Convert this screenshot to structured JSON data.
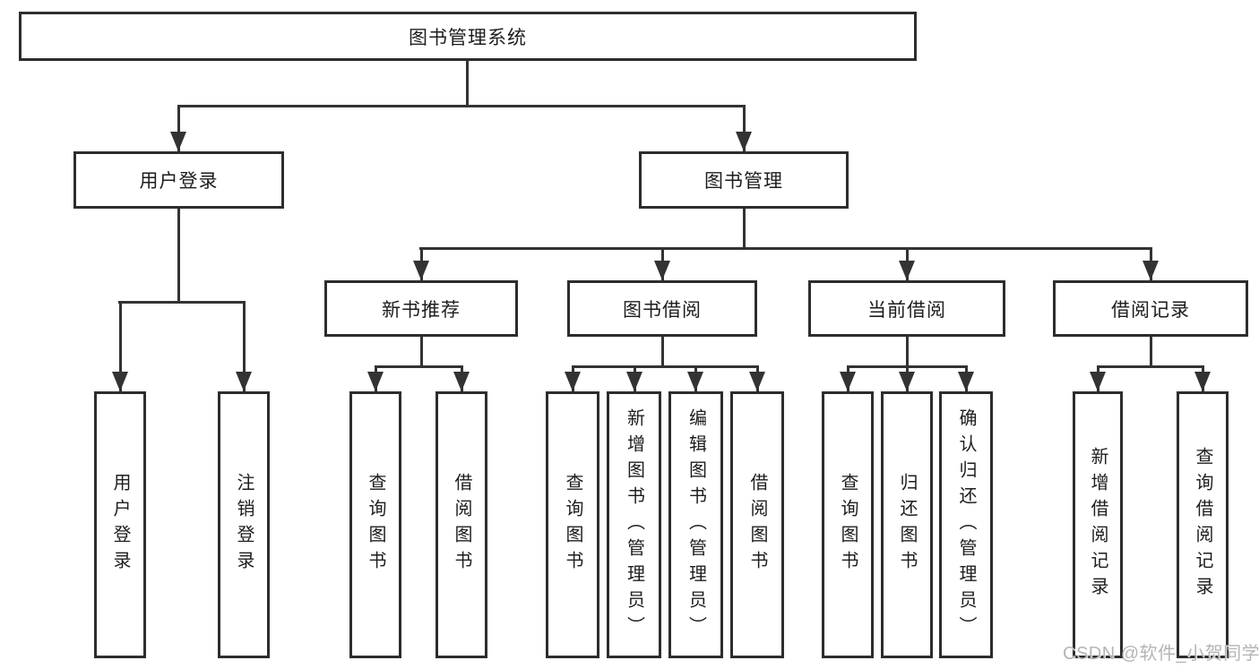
{
  "root": {
    "label": "图书管理系统"
  },
  "branches": {
    "user": {
      "label": "用户登录",
      "leaves": [
        "用户登录",
        "注销登录"
      ]
    },
    "books": {
      "label": "图书管理",
      "sections": {
        "newbook": {
          "label": "新书推荐",
          "leaves": [
            "查询图书",
            "借阅图书"
          ]
        },
        "borrow": {
          "label": "图书借阅",
          "leaves": [
            "查询图书",
            "新增图书（管理员）",
            "编辑图书（管理员）",
            "借阅图书"
          ]
        },
        "current": {
          "label": "当前借阅",
          "leaves": [
            "查询图书",
            "归还图书",
            "确认归还（管理员）"
          ]
        },
        "records": {
          "label": "借阅记录",
          "leaves": [
            "新增借阅记录",
            "查询借阅记录"
          ]
        }
      }
    }
  },
  "watermark": {
    "text": "CSDN @软件_小贺同学"
  },
  "colors": {
    "line": "#333333",
    "border": "#2d2d2d",
    "text": "#1d1d1d",
    "background": "#ffffff",
    "watermark": "#b5b5b5"
  }
}
